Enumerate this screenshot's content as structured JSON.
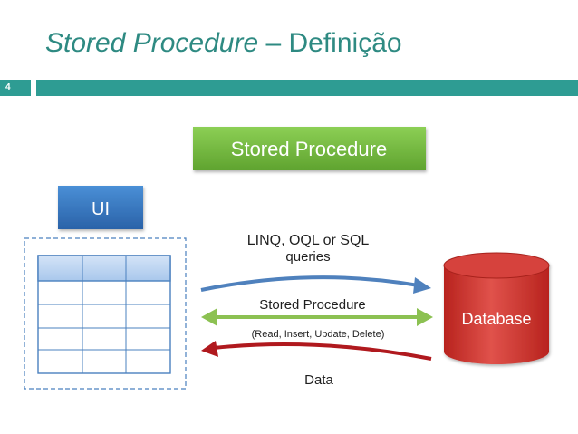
{
  "slide": {
    "title_italic": "Stored Procedure",
    "title_rest": " – Definição",
    "page_number": "4"
  },
  "diagram": {
    "stored_procedure_box": "Stored Procedure",
    "ui_box": "UI",
    "database": "Database",
    "arrow_top_label_line1": "LINQ, OQL or SQL",
    "arrow_top_label_line2": "queries",
    "arrow_middle_label": "Stored Procedure",
    "arrow_middle_sublabel": "(Read, Insert, Update, Delete)",
    "arrow_bottom_label": "Data",
    "colors": {
      "title": "#2e8a82",
      "accent_bar": "#2e9c93",
      "green_box": "#6db33f",
      "blue_box": "#2f6fb5",
      "database": "#c4302b",
      "arrow_blue": "#4f81bd",
      "arrow_green": "#8cc152",
      "arrow_red": "#b0191e"
    }
  }
}
